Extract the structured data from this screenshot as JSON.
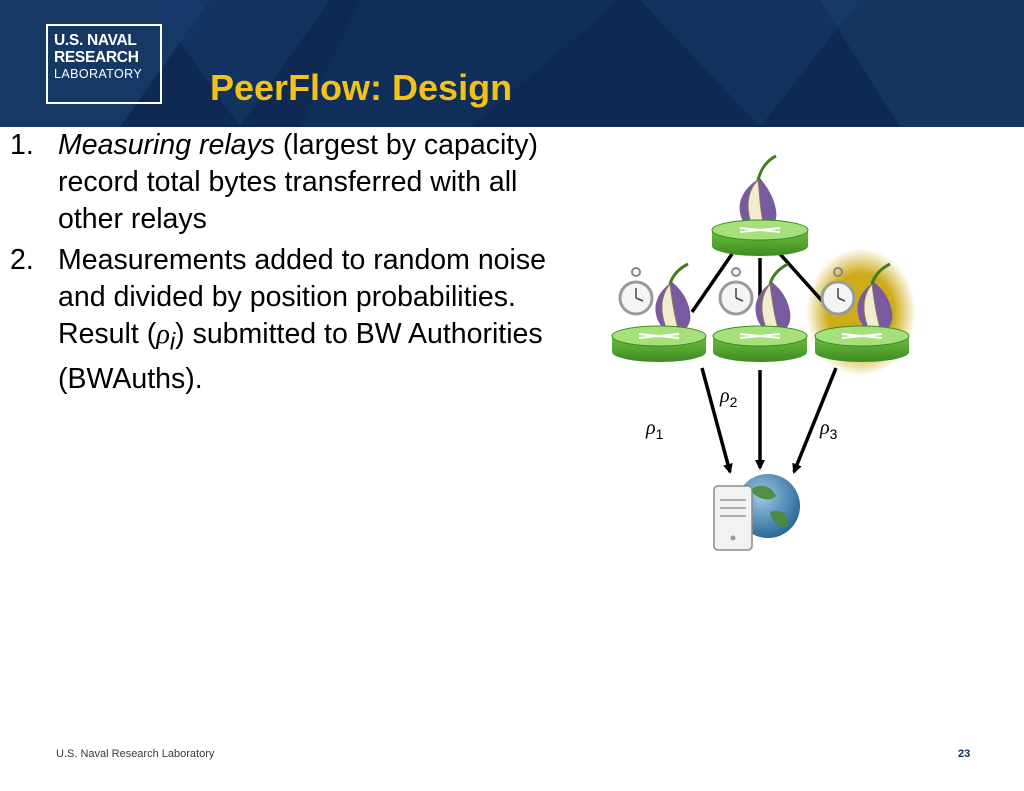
{
  "header": {
    "logo": {
      "line1": "U.S. NAVAL",
      "line2": "RESEARCH",
      "line3": "LABORATORY"
    },
    "title": "PeerFlow: Design"
  },
  "content": {
    "items": [
      {
        "number": "1.",
        "emphasis": "Measuring relays",
        "text1": " (largest by capacity) record total bytes transferred with all other relays"
      },
      {
        "number": "2.",
        "text1": "Measurements added to random noise and divided by position probabilities. Result (",
        "symbol": "ρ",
        "subscript": "i",
        "text2": ") submitted to BW Authorities (BWAuths)."
      }
    ]
  },
  "diagram": {
    "labels": [
      {
        "symbol": "ρ",
        "subscript": "1"
      },
      {
        "symbol": "ρ",
        "subscript": "2"
      },
      {
        "symbol": "ρ",
        "subscript": "3"
      }
    ],
    "colors": {
      "router": "#6cbf3e",
      "router_top": "#a5e07a",
      "onion_purple": "#7a5a9e",
      "onion_cream": "#f1ebd1",
      "highlight": "#c8a200",
      "globe": "#4a8ab8"
    }
  },
  "footer": {
    "org": "U.S. Naval Research Laboratory",
    "page": "23"
  },
  "colors": {
    "header_bg": "#0e2a52",
    "title": "#f2c21b"
  }
}
